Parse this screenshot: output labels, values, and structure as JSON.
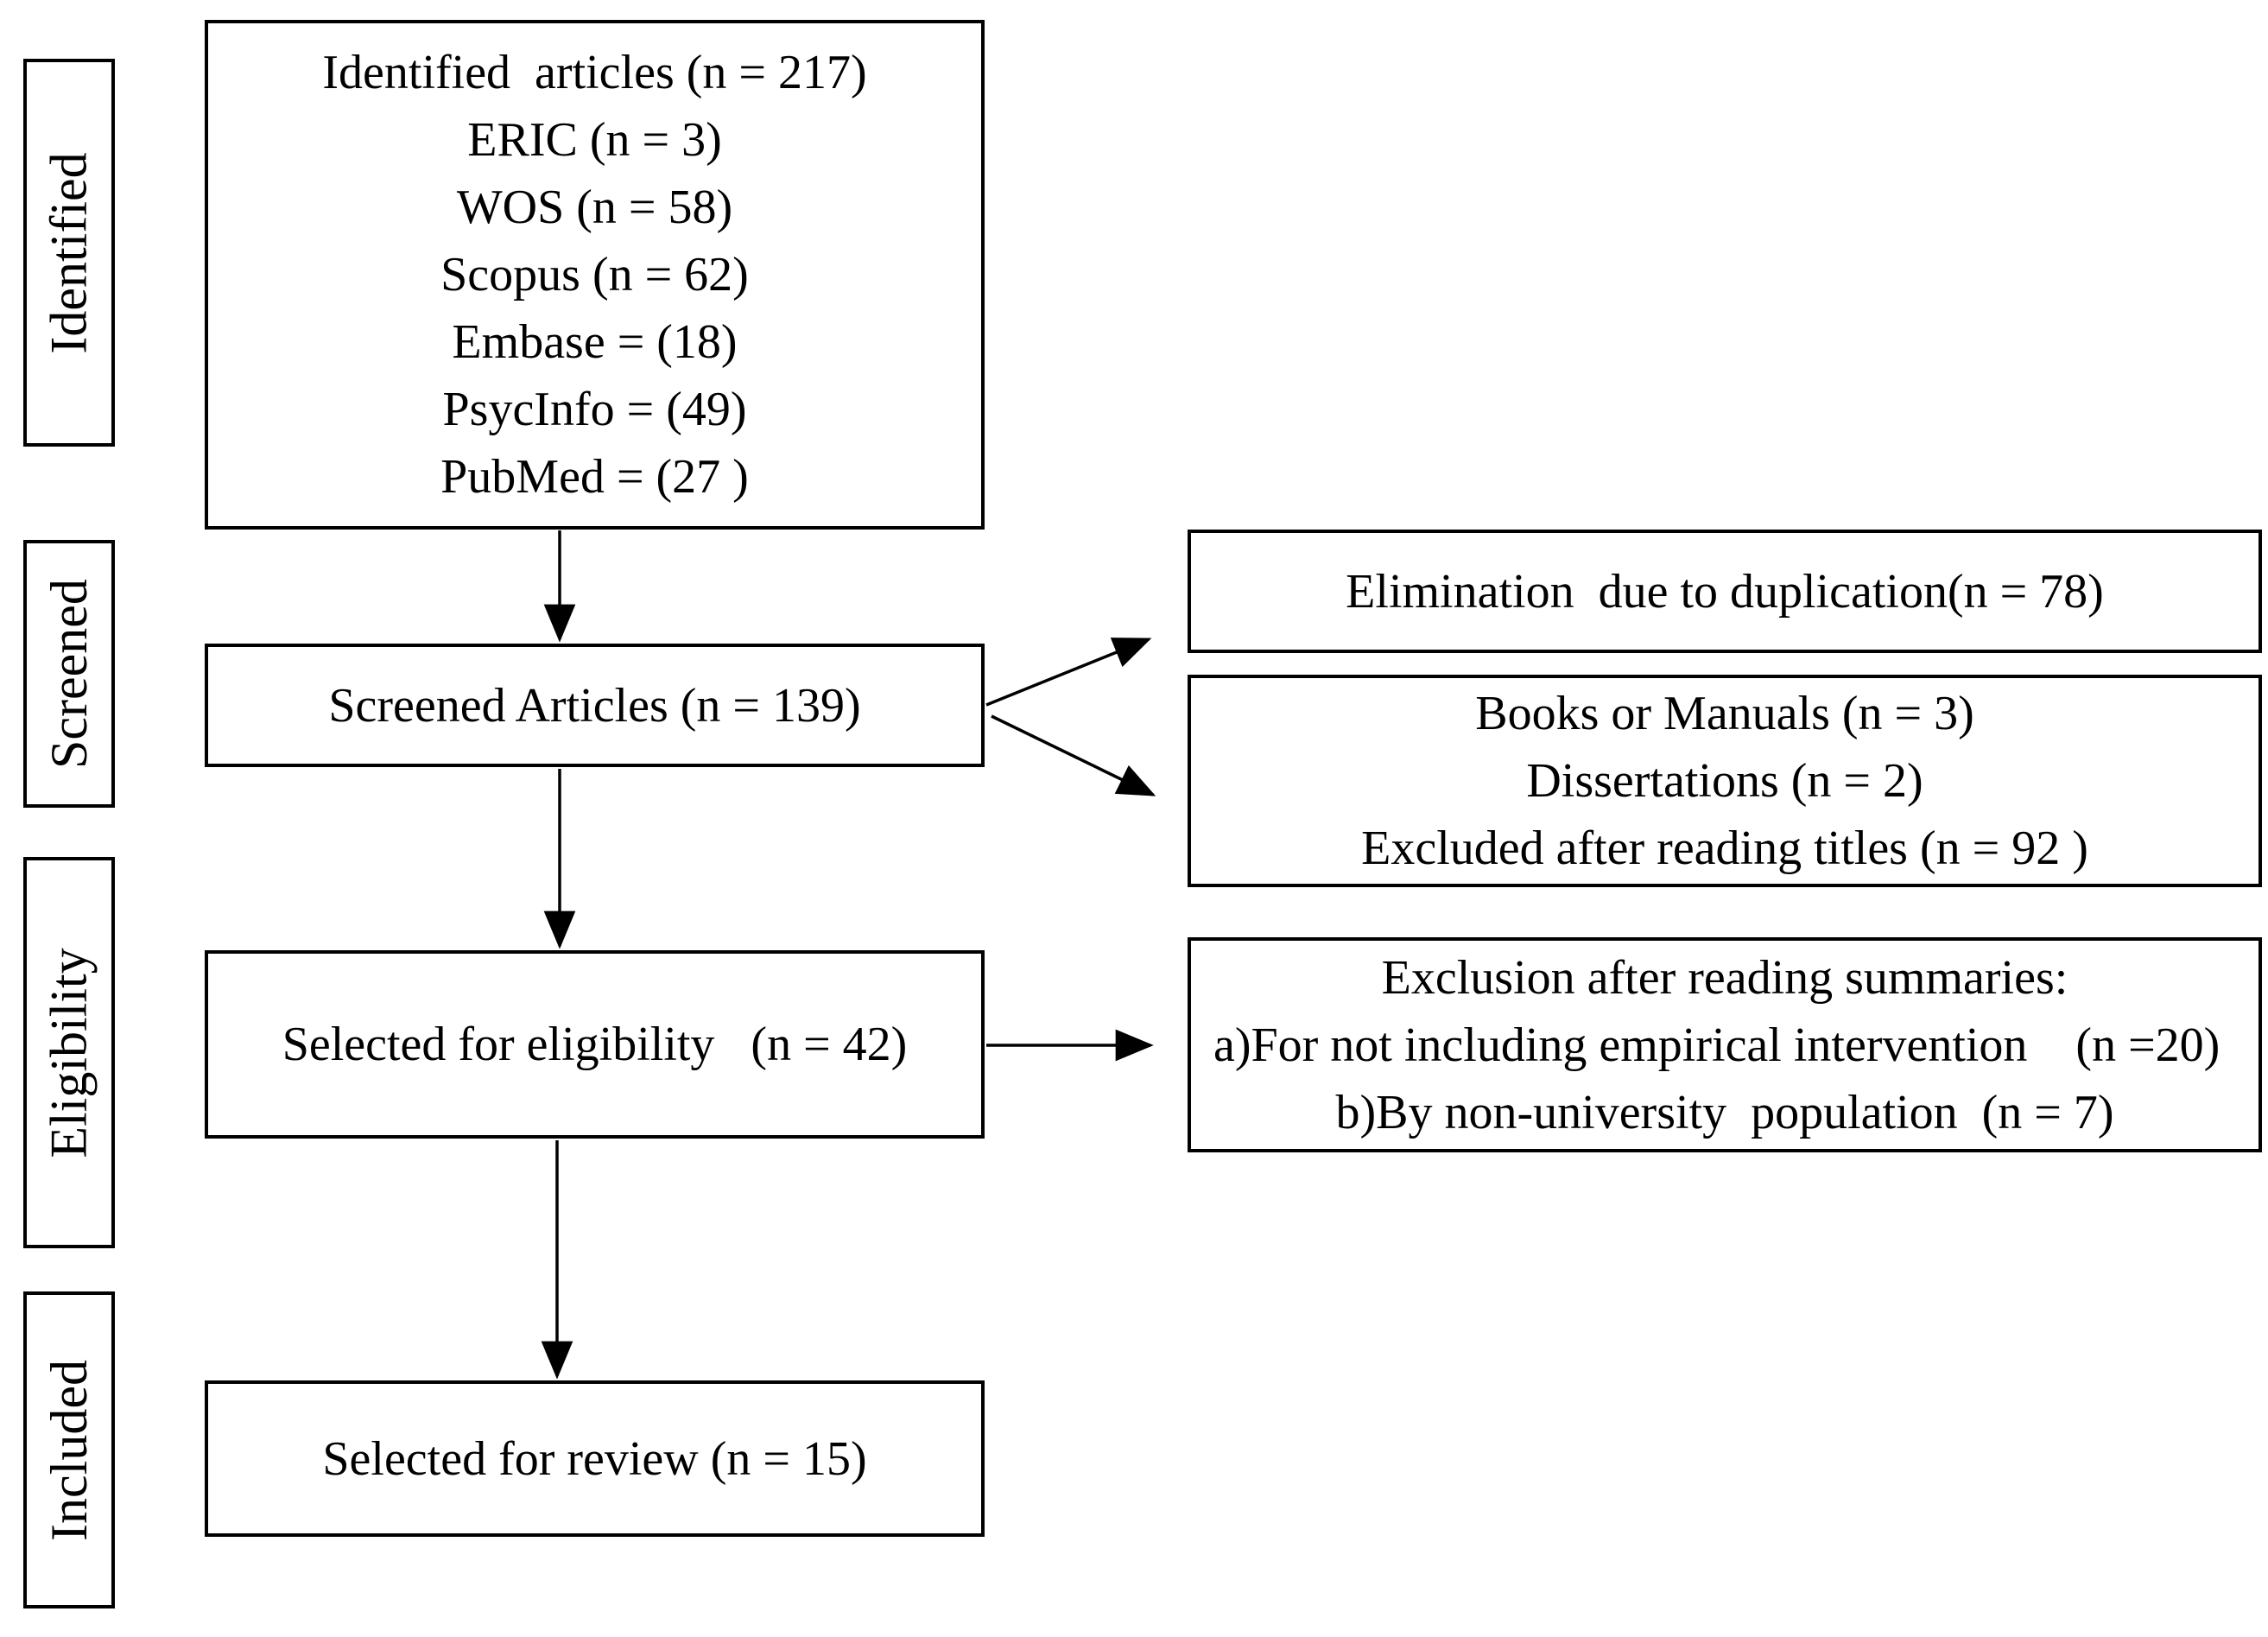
{
  "figure": {
    "description": "PRISMA-style article selection flow diagram"
  },
  "stages": [
    {
      "label": "Identified"
    },
    {
      "label": "Screened"
    },
    {
      "label": "Eligibility"
    },
    {
      "label": "Included"
    }
  ],
  "main_flow": {
    "identified": {
      "lines": [
        "Identified  articles (n = 217)",
        "ERIC (n = 3)",
        "WOS (n = 58)",
        "Scopus (n = 62)",
        "Embase = (18)",
        "PsycInfo = (49)",
        "PubMed = (27 )"
      ]
    },
    "screened": {
      "label": "Screened Articles (n = 139)"
    },
    "eligibility": {
      "label": "Selected for eligibility   (n = 42)"
    },
    "included": {
      "label": "Selected for review (n = 15)"
    }
  },
  "exclusions": {
    "duplication": {
      "label": "Elimination  due to duplication(n = 78)"
    },
    "title_screen": {
      "lines": [
        "Books or Manuals (n = 3)",
        "Dissertations (n = 2)",
        "Excluded after reading titles (n = 92 )"
      ]
    },
    "summary_screen": {
      "lines": [
        "Exclusion after reading summaries:",
        "a)For not including empirical intervention    (n =20)",
        "b)By non-university  population  (n = 7)"
      ]
    }
  },
  "colors": {
    "ink": "#000000",
    "background": "#ffffff"
  }
}
